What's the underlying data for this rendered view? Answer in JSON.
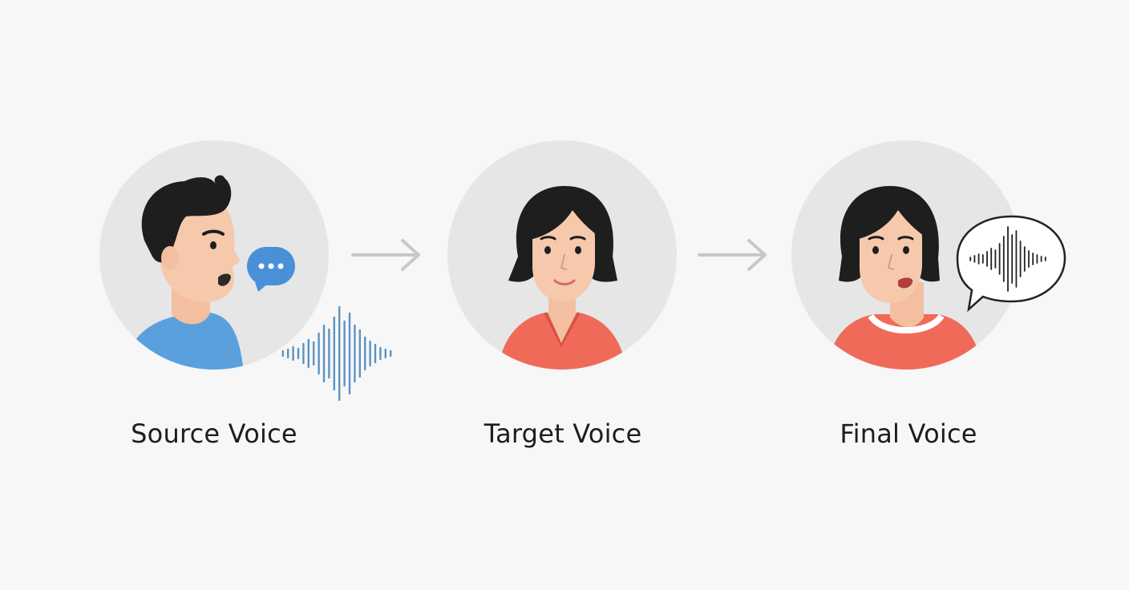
{
  "stages": [
    {
      "label": "Source Voice",
      "speaker_shirt_color": "#5aa0dd",
      "bubble_color": "#4a90d9",
      "wave_color": "#5b93c2"
    },
    {
      "label": "Target Voice",
      "speaker_shirt_color": "#f06a5a"
    },
    {
      "label": "Final Voice",
      "speaker_shirt_color": "#f06a5a",
      "bubble_color": "#ffffff",
      "wave_color": "#222222"
    }
  ],
  "colors": {
    "background": "#f7f7f7",
    "circle": "#e6e6e6",
    "skin": "#f6c9ac",
    "hair": "#1e1e1e",
    "arrow": "#c8c8c8"
  }
}
